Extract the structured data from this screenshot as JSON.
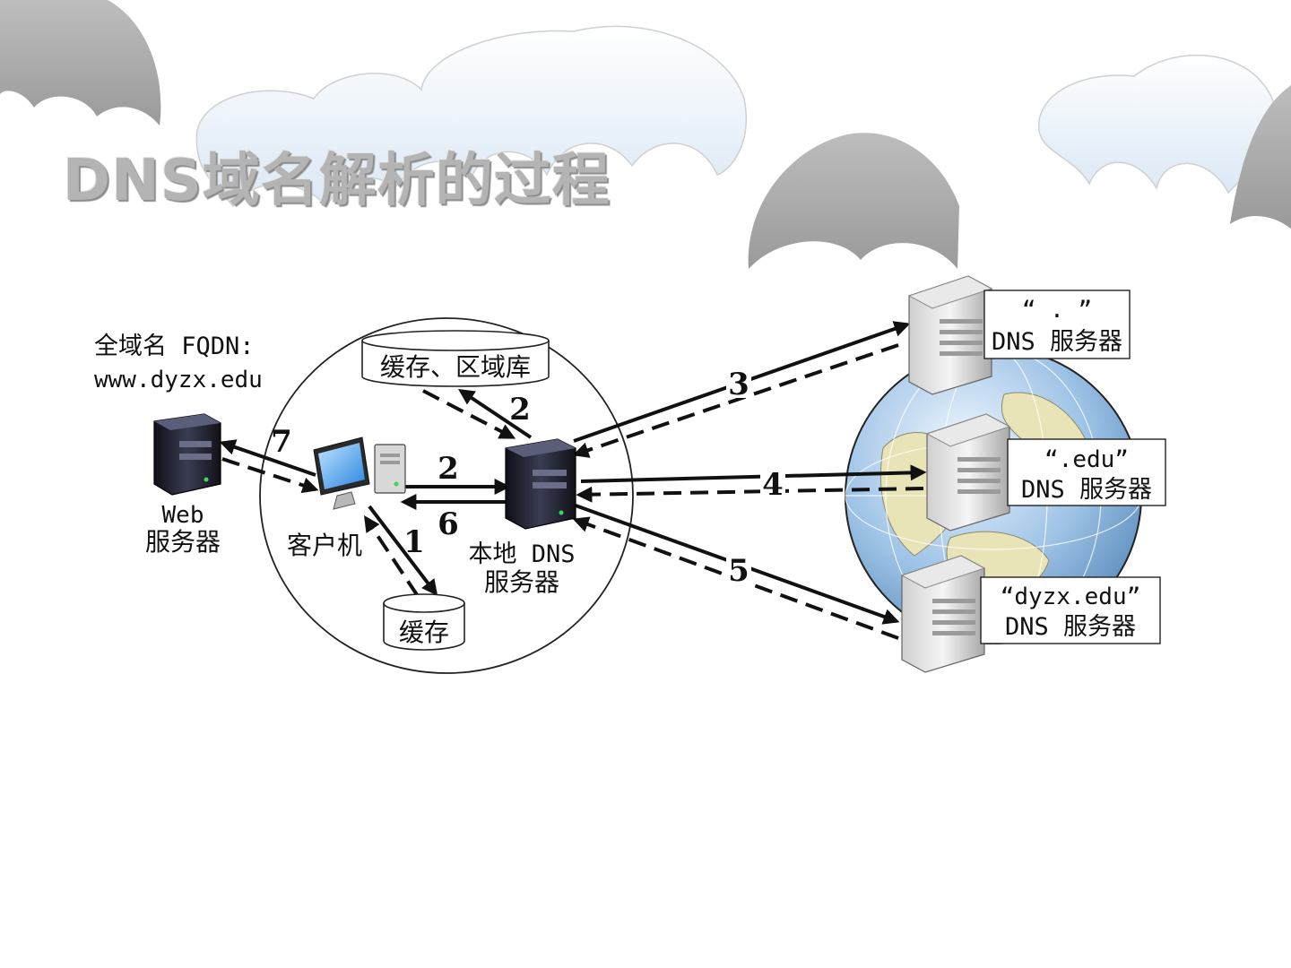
{
  "title": "DNS域名解析的过程",
  "fqdn": {
    "label": "全域名 FQDN:",
    "value": "www.dyzx.edu"
  },
  "nodes": {
    "web_server": {
      "line1": "Web",
      "line2": "服务器"
    },
    "client": {
      "label": "客户机"
    },
    "local_dns": {
      "line1": "本地 DNS",
      "line2": "服务器"
    },
    "cache_zone_db": {
      "label": "缓存、区域库"
    },
    "client_cache": {
      "label": "缓存"
    },
    "root_dns": {
      "line1": "“ . ”",
      "line2": "DNS 服务器"
    },
    "edu_dns": {
      "line1": "“.edu”",
      "line2": "DNS 服务器"
    },
    "dyzx_dns": {
      "line1": "“dyzx.edu”",
      "line2": "DNS 服务器"
    }
  },
  "steps": {
    "s1": "1",
    "s2a": "2",
    "s2b": "2",
    "s3": "3",
    "s4": "4",
    "s5": "5",
    "s6": "6",
    "s7": "7"
  },
  "colors": {
    "title_gray": "#b4b4b4",
    "cloud_gray": "#a9a9a9",
    "line_black": "#111111",
    "globe_blue": "#9ec3e6",
    "monitor_blue": "#4aa3f0"
  },
  "icons": {
    "web_server": "tower-server-icon",
    "client": "desktop-computer-icon",
    "local_dns": "tower-server-icon",
    "remote_servers": "rack-server-icon",
    "globe": "globe-icon",
    "storage": "database-cylinder-icon"
  }
}
